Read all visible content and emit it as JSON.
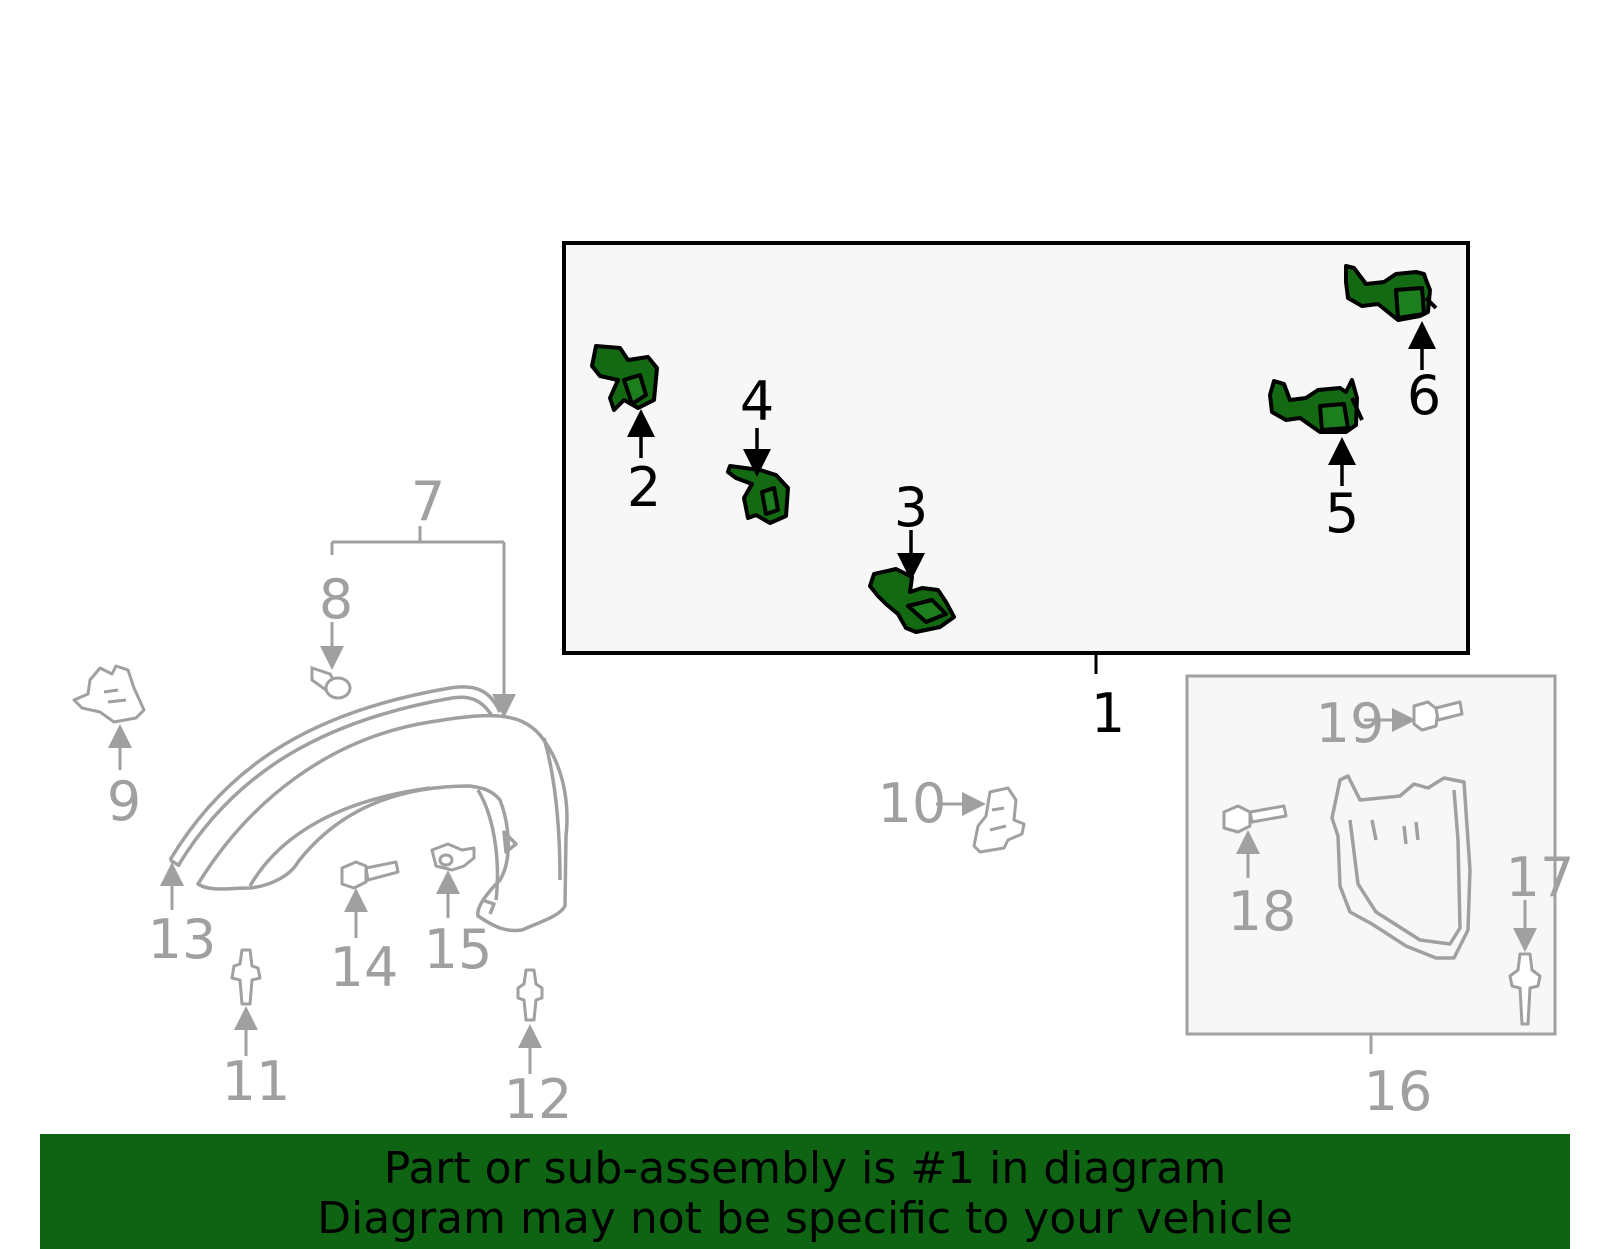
{
  "diagram": {
    "callouts": [
      "1",
      "2",
      "3",
      "4",
      "5",
      "6",
      "7",
      "8",
      "9",
      "10",
      "11",
      "12",
      "13",
      "14",
      "15",
      "16",
      "17",
      "18",
      "19"
    ],
    "highlight_color": "#136a13",
    "banner_color": "#0f6414",
    "inactive_color": "#a0a0a0"
  },
  "banner": {
    "line1": "Part or sub-assembly is #1 in diagram",
    "line2": "Diagram may not be specific to your vehicle"
  }
}
